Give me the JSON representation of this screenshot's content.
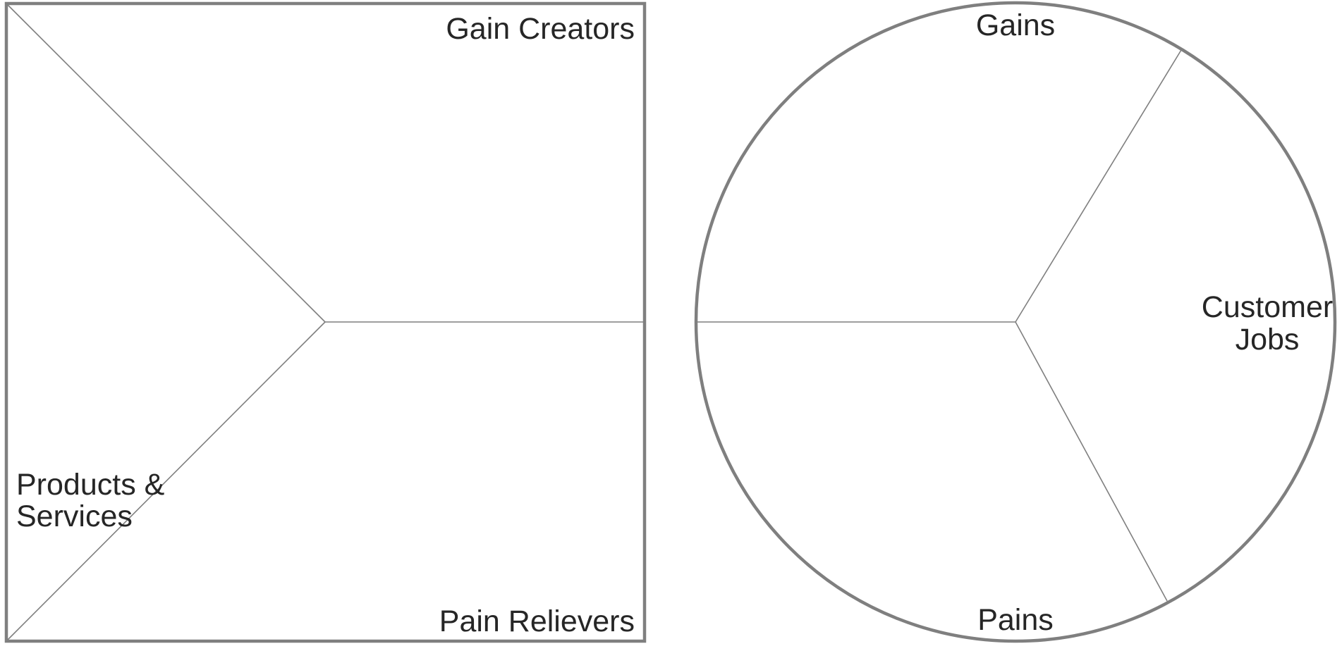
{
  "colors": {
    "outline": "#7f7f7f",
    "text": "#262626",
    "background": "#ffffff"
  },
  "value_map": {
    "gain_creators": "Gain Creators",
    "pain_relievers": "Pain Relievers",
    "products_services_line1": "Products &",
    "products_services_line2": "Services"
  },
  "customer_profile": {
    "gains": "Gains",
    "pains": "Pains",
    "customer_jobs_line1": "Customer",
    "customer_jobs_line2": "Jobs"
  }
}
